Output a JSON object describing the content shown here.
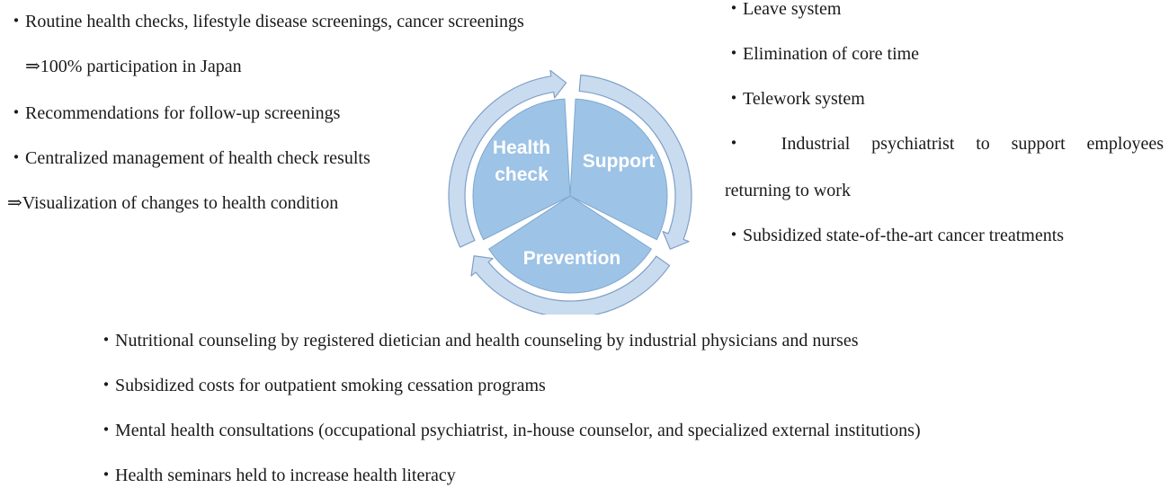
{
  "health_check_items": {
    "line1": "・Routine health checks, lifestyle disease screenings, cancer screenings",
    "line2": "⇒100% participation in Japan",
    "line3": "・Recommendations for follow-up screenings",
    "line4": "・Centralized management of health check results",
    "line5": "⇒Visualization of changes to health condition"
  },
  "support_items": {
    "line1": "・Leave system",
    "line2": "・Elimination of core time",
    "line3": "・Telework system",
    "line4": "・ Industrial psychiatrist to support employees",
    "line5": "returning to work",
    "line6": "・Subsidized state-of-the-art cancer treatments"
  },
  "prevention_items": {
    "line1": "・Nutritional counseling by registered dietician and health counseling by industrial physicians and nurses",
    "line2": "・Subsidized costs for outpatient smoking cessation programs",
    "line3": "・Mental health consultations (occupational psychiatrist, in-house counselor, and specialized external institutions)",
    "line4": "・Health seminars held to increase health literacy"
  },
  "cycle": {
    "segments": {
      "health_check": {
        "label_line1": "Health",
        "label_line2": "check"
      },
      "support": {
        "label": "Support"
      },
      "prevention": {
        "label": "Prevention"
      }
    },
    "colors": {
      "segment_fill": "#9dc3e6",
      "segment_stroke": "#7fa7cf",
      "arrow_fill": "#c9dcef",
      "arrow_stroke": "#7f9fc6",
      "label": "#ffffff"
    }
  }
}
